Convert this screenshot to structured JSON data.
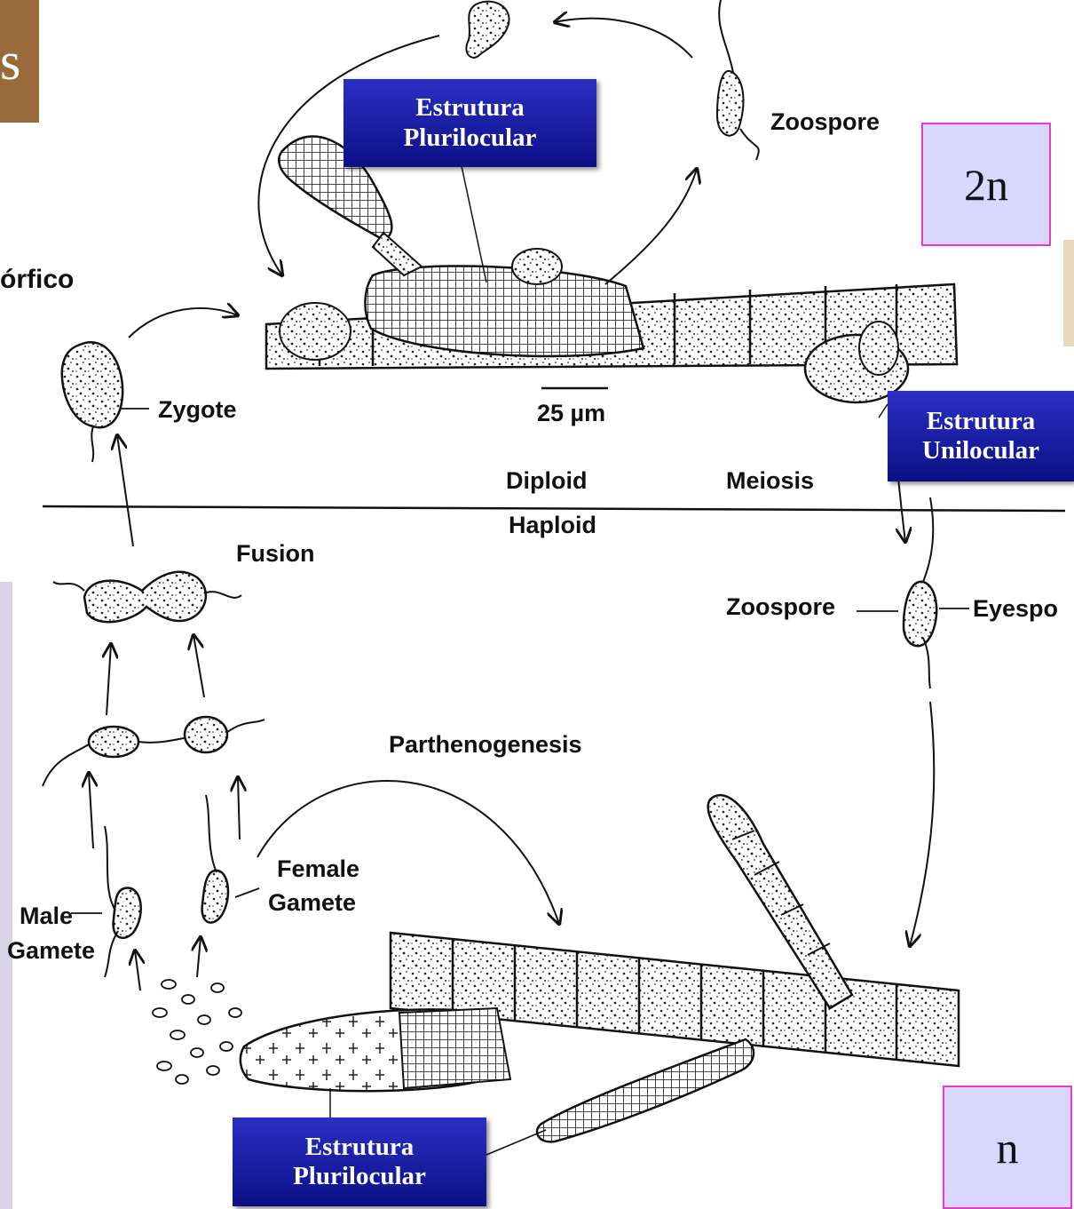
{
  "header": {
    "title_fragment": "s",
    "subtitle_fragment": "órfico"
  },
  "labels": {
    "zoospore_top": "Zoospore",
    "zygote": "Zygote",
    "scale": "25 µm",
    "diploid": "Diploid",
    "meiosis": "Meiosis",
    "haploid": "Haploid",
    "fusion": "Fusion",
    "zoospore_mid": "Zoospore",
    "eyespot": "Eyespo",
    "parthenogenesis": "Parthenogenesis",
    "female_gamete_1": "Female",
    "female_gamete_2": "Gamete",
    "male_gamete_1": "Male",
    "male_gamete_2": "Gamete"
  },
  "boxes": {
    "pluri_top": {
      "line1": "Estrutura",
      "line2": "Plurilocular"
    },
    "uni": {
      "line1": "Estrutura",
      "line2": "Unilocular"
    },
    "pluri_bottom": {
      "line1": "Estrutura",
      "line2": "Plurilocular"
    }
  },
  "ploidy": {
    "diploid": "2n",
    "haploid": "n"
  },
  "colors": {
    "box_blue": "#1a1fa8",
    "ploidy_fill": "#d9d6ff",
    "ploidy_border": "#e63ad0",
    "header_brown": "#9a6b3a"
  }
}
